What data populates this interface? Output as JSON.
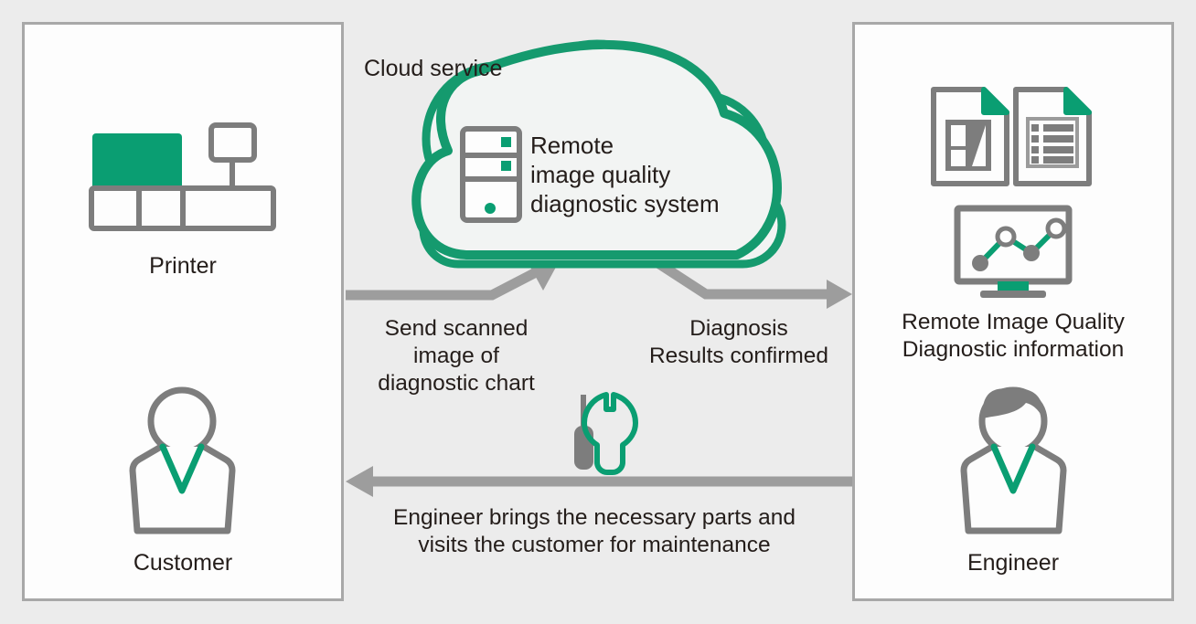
{
  "colors": {
    "background": "#ececec",
    "panel_fill": "#fdfdfd",
    "panel_border": "#a8a8a8",
    "green": "#0a9e72",
    "gray": "#7d7d7d",
    "arrow_gray": "#9d9d9d",
    "text": "#241d1a"
  },
  "left_panel": {
    "printer_label": "Printer",
    "customer_label": "Customer"
  },
  "cloud": {
    "service_label": "Cloud service",
    "system_title": "Remote\nimage quality\ndiagnostic system"
  },
  "right_panel": {
    "info_label": "Remote Image Quality\nDiagnostic information",
    "engineer_label": "Engineer"
  },
  "flows": {
    "send": "Send scanned\nimage of\ndiagnostic chart",
    "diagnosis": "Diagnosis\nResults confirmed",
    "maintenance": "Engineer brings the necessary parts and\nvisits the customer for maintenance"
  },
  "icons": {
    "printer": "printer-icon",
    "server": "server-rack-icon",
    "customer": "person-icon",
    "engineer": "person-with-hair-icon",
    "document_chart": "document-chart-icon",
    "document_list": "document-list-icon",
    "monitor_chart": "monitor-line-chart-icon",
    "tools": "screwdriver-wrench-icon",
    "cloud": "cloud-shape-icon"
  }
}
